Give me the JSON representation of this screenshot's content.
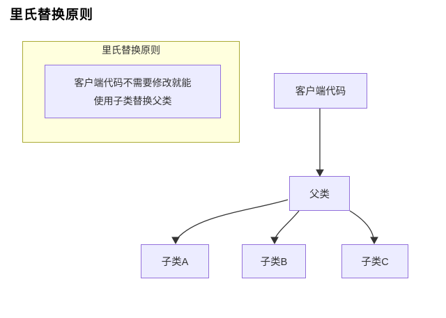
{
  "title": "里氏替换原则",
  "cluster": {
    "label": "里氏替换原则",
    "note": {
      "line1": "客户端代码不需要修改就能",
      "line2": "使用子类替换父类"
    }
  },
  "nodes": {
    "client": {
      "label": "客户端代码"
    },
    "parent": {
      "label": "父类"
    },
    "child_a": {
      "label": "子类A"
    },
    "child_b": {
      "label": "子类B"
    },
    "child_c": {
      "label": "子类C"
    }
  },
  "edges": [
    {
      "from": "客户端代码",
      "to": "父类"
    },
    {
      "from": "父类",
      "to": "子类A"
    },
    {
      "from": "父类",
      "to": "子类B"
    },
    {
      "from": "父类",
      "to": "子类C"
    }
  ],
  "colors": {
    "background": "#ffffff",
    "cluster_fill": "#ffffde",
    "cluster_border": "#aaaa33",
    "node_fill": "#ececff",
    "node_border": "#9370db",
    "edge": "#333333",
    "node_text": "#333333",
    "title_text": "#000000"
  }
}
